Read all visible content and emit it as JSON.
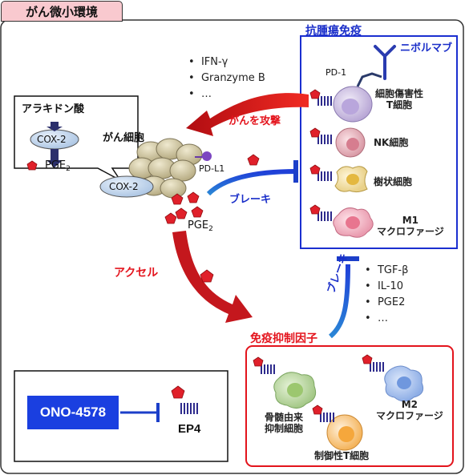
{
  "title": "がん微小環境",
  "antitumor": {
    "title": "抗腫瘍免疫",
    "drug": "ニボルマブ",
    "receptor": "PD-1",
    "cells": {
      "ctl_line1": "細胞傷害性",
      "ctl_line2": "T細胞",
      "nk": "NK細胞",
      "dc": "樹状細胞",
      "m1_line1": "M1",
      "m1_line2": "マクロファージ"
    }
  },
  "cytokines": [
    "IFN-γ",
    "Granzyme B",
    "…"
  ],
  "attack_label": "がんを攻撃",
  "brake_label": "ブレーキ",
  "brake_label_vertical": "ブレーキ",
  "accel_label": "アクセル",
  "cancer_cell_label": "がん細胞",
  "ligand": "PD-L1",
  "cox2": "COX-2",
  "pge2_base": "PGE",
  "pge2_sub": "2",
  "callout": {
    "title": "アラキドン酸",
    "cox2": "COX-2",
    "pge2_base": "PGE",
    "pge2_sub": "2"
  },
  "suppressive_factors": [
    "TGF-β",
    "IL-10",
    "PGE2",
    "…"
  ],
  "immunosuppression": {
    "title": "免疫抑制因子",
    "mdsc_line1": "骨髄由来",
    "mdsc_line2": "抑制細胞",
    "m2_line1": "M2",
    "m2_line2": "マクロファージ",
    "treg": "制御性T細胞"
  },
  "inhibitor": {
    "drug": "ONO-4578",
    "receptor": "EP4"
  },
  "colors": {
    "antitumor_border": "#1b2fd0",
    "suppress_border": "#e3141c",
    "drug_box": "#1a3fe0",
    "title_tab": "#f9c9cf",
    "attack_arrow": "#e01818",
    "brake_arrow": "#1c5ad0"
  }
}
